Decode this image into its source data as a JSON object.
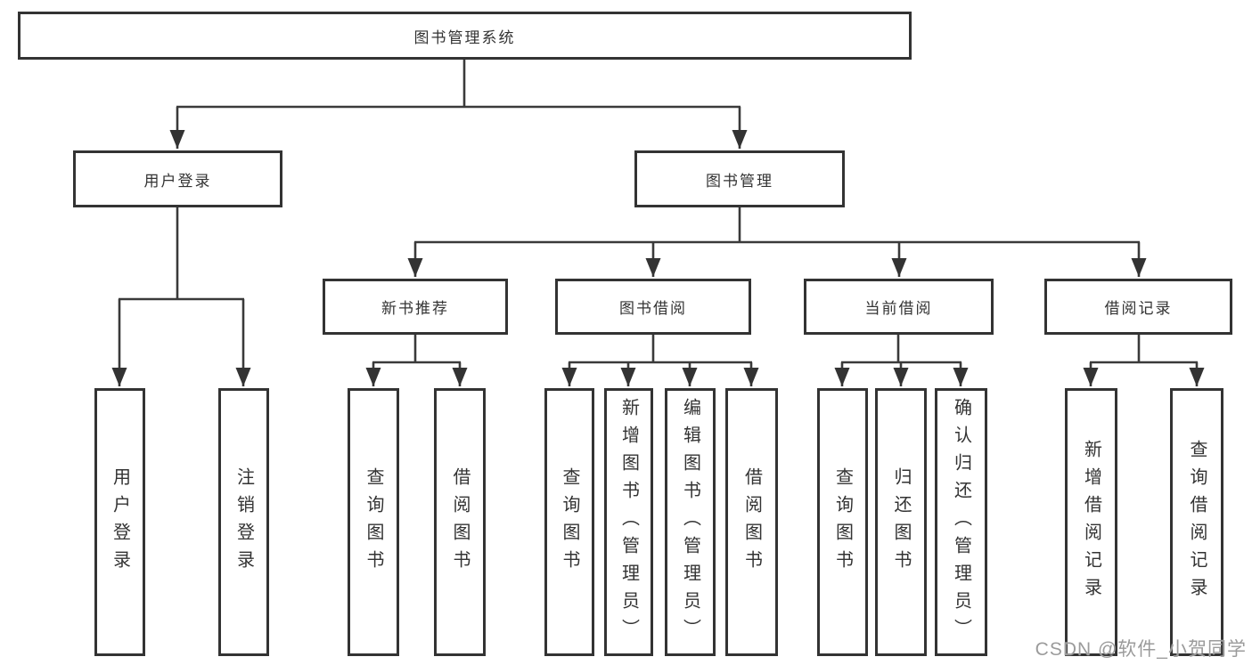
{
  "diagram": {
    "title_node": "root",
    "nodes": {
      "root": {
        "label": "图书管理系统"
      },
      "user_login": {
        "label": "用户登录"
      },
      "book_mgmt": {
        "label": "图书管理"
      },
      "new_book_rec": {
        "label": "新书推荐"
      },
      "book_borrow": {
        "label": "图书借阅"
      },
      "current_borrow": {
        "label": "当前借阅"
      },
      "borrow_records": {
        "label": "借阅记录"
      },
      "leaf_user_login": {
        "label": "用户登录"
      },
      "leaf_logout": {
        "label": "注销登录"
      },
      "leaf_rec_query": {
        "label": "查询图书"
      },
      "leaf_rec_borrow": {
        "label": "借阅图书"
      },
      "leaf_bb_query": {
        "label": "查询图书"
      },
      "leaf_bb_add": {
        "label": "新增图书（管理员）"
      },
      "leaf_bb_edit": {
        "label": "编辑图书（管理员）"
      },
      "leaf_bb_borrow": {
        "label": "借阅图书"
      },
      "leaf_cb_query": {
        "label": "查询图书"
      },
      "leaf_cb_return": {
        "label": "归还图书"
      },
      "leaf_cb_confirm": {
        "label": "确认归还（管理员）"
      },
      "leaf_br_add": {
        "label": "新增借阅记录"
      },
      "leaf_br_query": {
        "label": "查询借阅记录"
      }
    },
    "hierarchy": {
      "root": {
        "user_login": [
          "leaf_user_login",
          "leaf_logout"
        ],
        "book_mgmt": {
          "new_book_rec": [
            "leaf_rec_query",
            "leaf_rec_borrow"
          ],
          "book_borrow": [
            "leaf_bb_query",
            "leaf_bb_add",
            "leaf_bb_edit",
            "leaf_bb_borrow"
          ],
          "current_borrow": [
            "leaf_cb_query",
            "leaf_cb_return",
            "leaf_cb_confirm"
          ],
          "borrow_records": [
            "leaf_br_add",
            "leaf_br_query"
          ]
        }
      }
    },
    "colors": {
      "box_border": "#333333",
      "line": "#3a3a3a",
      "text": "#333333",
      "background": "#ffffff",
      "watermark": "#9b9b9b"
    }
  },
  "watermark": {
    "text": "CSDN @软件_小贺同学"
  }
}
